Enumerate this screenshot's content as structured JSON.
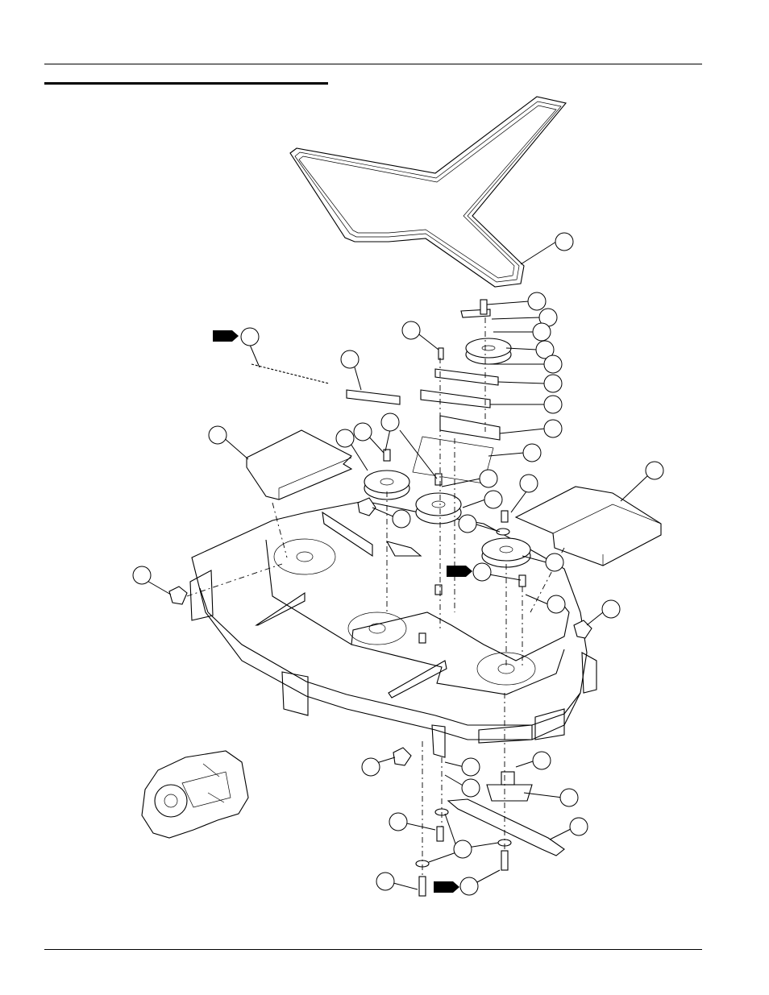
{
  "page": {
    "header_text": "",
    "section_title": "",
    "footer_text": ""
  },
  "diagram": {
    "kind": "exploded parts view",
    "callout_count": 40,
    "new_part_flag_count": 3,
    "callout_labels": []
  }
}
